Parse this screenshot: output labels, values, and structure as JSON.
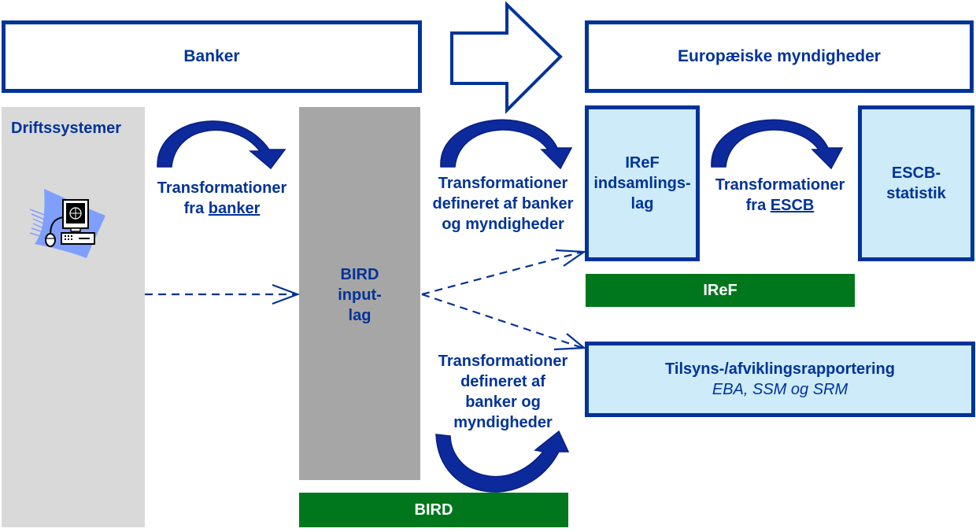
{
  "headers": {
    "banks": "Banker",
    "european_authorities": "Europæiske myndigheder"
  },
  "columns": {
    "operational_systems": "Driftssystemer",
    "bird_input_layer": [
      "BIRD",
      "input-",
      "lag"
    ],
    "iref_collection_layer": [
      "IReF",
      "indsamlings-",
      "lag"
    ],
    "escb_statistics": [
      "ESCB-",
      "statistik"
    ]
  },
  "transformations": {
    "from_banks": {
      "line1": "Transformationer",
      "prefix": "fra ",
      "emph": "banker"
    },
    "defined_top": [
      "Transformationer",
      "defineret af banker",
      "og myndigheder"
    ],
    "from_escb": {
      "line1": "Transformationer",
      "prefix": "fra ",
      "emph": "ESCB"
    },
    "defined_bottom": [
      "Transformationer",
      "defineret af",
      "banker og",
      "myndigheder"
    ]
  },
  "reporting": {
    "title": "Tilsyns-/afviklingsrapportering",
    "subtitle": "EBA, SSM og SRM"
  },
  "bars": {
    "iref": "IReF",
    "bird": "BIRD"
  },
  "icons": {
    "computer": "computer-icon"
  },
  "colors": {
    "primary_blue": "#003399",
    "light_blue_fill": "#cdebf8",
    "green": "#00771c",
    "light_gray": "#d9d9d9",
    "dark_gray": "#a6a6a6"
  }
}
